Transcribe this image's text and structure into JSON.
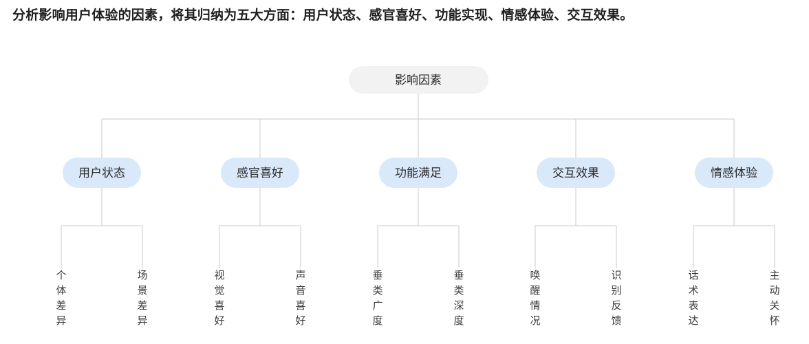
{
  "page": {
    "title": "分析影响用户体验的因素，将其归纳为五大方面：用户状态、感官喜好、功能实现、情感体验、交互效果。",
    "background_color": "#ffffff",
    "text_color": "#1f1f1f"
  },
  "diagram": {
    "type": "tree",
    "orientation": "top-down",
    "line_color": "#c9c9c9",
    "root": {
      "label": "影响因素",
      "fill": "#f2f2f2",
      "text_color": "#2b2b2b"
    },
    "branch_fill": "#d9e9fa",
    "branch_text_color": "#2b2b2b",
    "leaf_text_color": "#3a3a3a",
    "branches": [
      {
        "label": "用户状态",
        "leaves": [
          {
            "label": "个体差异",
            "chars": [
              "个",
              "体",
              "差",
              "异"
            ]
          },
          {
            "label": "场景差异",
            "chars": [
              "场",
              "景",
              "差",
              "异"
            ]
          }
        ]
      },
      {
        "label": "感官喜好",
        "leaves": [
          {
            "label": "视觉喜好",
            "chars": [
              "视",
              "觉",
              "喜",
              "好"
            ]
          },
          {
            "label": "声音喜好",
            "chars": [
              "声",
              "音",
              "喜",
              "好"
            ]
          }
        ]
      },
      {
        "label": "功能满足",
        "leaves": [
          {
            "label": "垂类广度",
            "chars": [
              "垂",
              "类",
              "广",
              "度"
            ]
          },
          {
            "label": "垂类深度",
            "chars": [
              "垂",
              "类",
              "深",
              "度"
            ]
          }
        ]
      },
      {
        "label": "交互效果",
        "leaves": [
          {
            "label": "唤醒情况",
            "chars": [
              "唤",
              "醒",
              "情",
              "况"
            ]
          },
          {
            "label": "识别反馈",
            "chars": [
              "识",
              "别",
              "反",
              "馈"
            ]
          }
        ]
      },
      {
        "label": "情感体验",
        "leaves": [
          {
            "label": "话术表达",
            "chars": [
              "话",
              "术",
              "表",
              "达"
            ]
          },
          {
            "label": "主动关怀",
            "chars": [
              "主",
              "动",
              "关",
              "怀"
            ]
          }
        ]
      }
    ]
  }
}
